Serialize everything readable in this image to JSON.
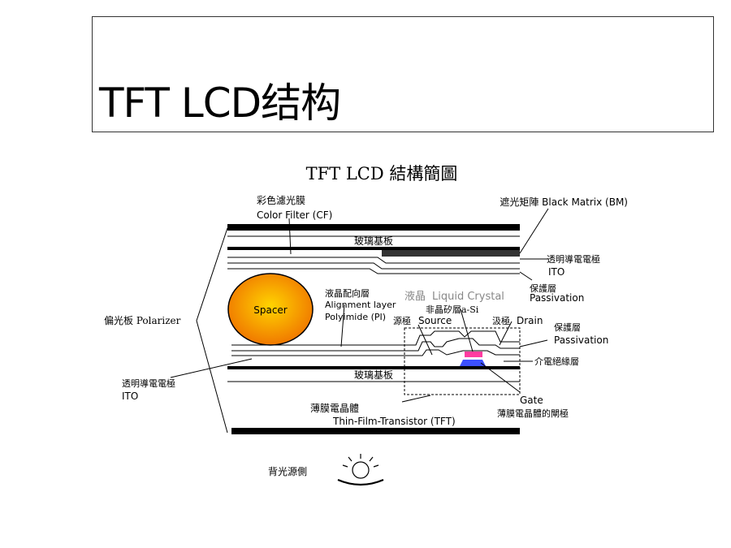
{
  "slide": {
    "title": "TFT LCD结构"
  },
  "diagram": {
    "heading": "TFT LCD 結構簡圖",
    "labels": {
      "color_filter_zh": "彩色濾光膜",
      "color_filter_en": "Color Filter (CF)",
      "black_matrix": "遮光矩陣 Black Matrix (BM)",
      "glass_top": "玻璃基板",
      "ito_top_zh": "透明導電電極",
      "ito_top_en": "ITO",
      "passivation_top_zh": "保護層",
      "passivation_top_en": "Passivation",
      "spacer": "Spacer",
      "alignment_zh": "液晶配向層",
      "alignment_en1": "Alignment layer",
      "alignment_en2": "Polyimide (PI)",
      "liquid_crystal_zh": "液晶",
      "liquid_crystal_en": "Liquid Crystal",
      "asi": "非晶矽層a-Si",
      "source_zh": "源極",
      "source_en": "Source",
      "drain_zh": "汲極",
      "drain_en": "Drain",
      "passivation_bot_zh": "保護層",
      "passivation_bot_en": "Passivation",
      "polarizer": "偏光板 Polarizer",
      "dielectric": "介電絕緣層",
      "ito_bot_zh": "透明導電電極",
      "ito_bot_en": "ITO",
      "glass_bottom": "玻璃基板",
      "gate_en": "Gate",
      "gate_zh": "薄膜電晶體的閘極",
      "tft_zh": "薄膜電晶體",
      "tft_en": "Thin-Film-Transistor (TFT)",
      "backlight": "背光源側"
    },
    "colors": {
      "spacer_center": "#ffd400",
      "spacer_edge": "#f07800",
      "asi_layer": "#ff3ca0",
      "gate_layer": "#3c50ff",
      "liquid_crystal_text": "#888888"
    }
  }
}
